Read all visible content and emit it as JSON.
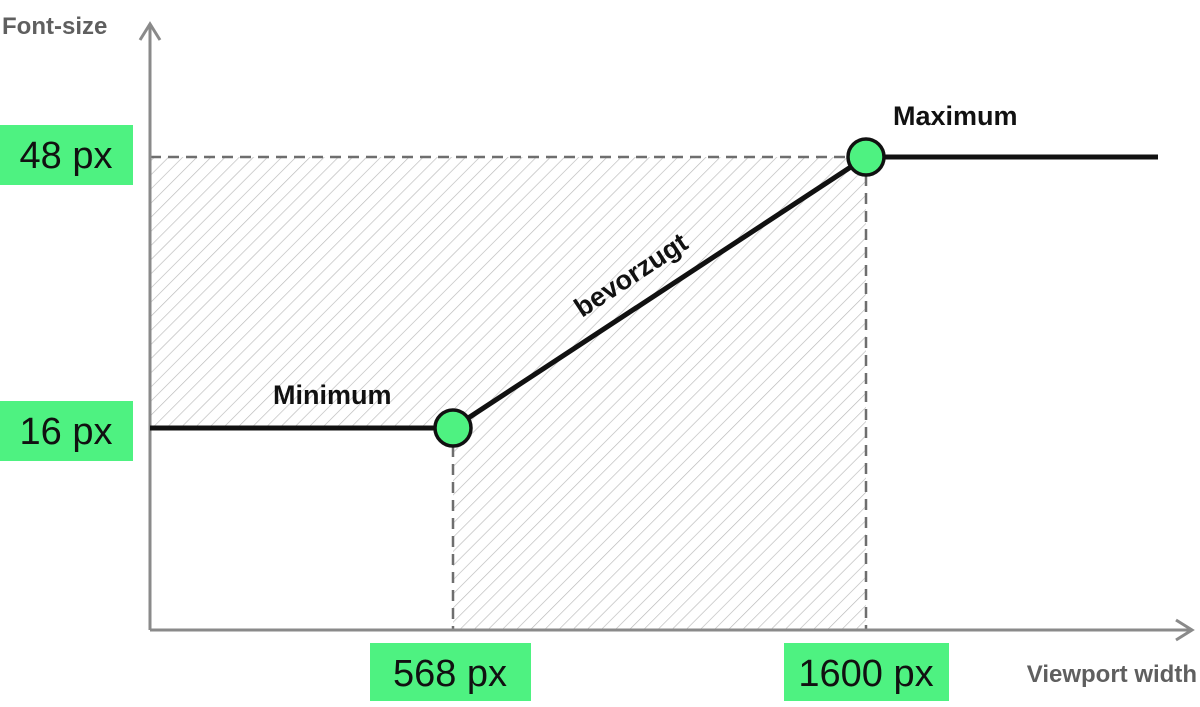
{
  "diagram": {
    "y_axis_label": "Font-size",
    "x_axis_label": "Viewport width",
    "y_ticks": {
      "max": "48 px",
      "min": "16 px"
    },
    "x_ticks": {
      "min": "568 px",
      "max": "1600 px"
    },
    "labels": {
      "minimum": "Minimum",
      "maximum": "Maximum",
      "preferred": "bevorzugt"
    },
    "colors": {
      "accent": "#4ef281",
      "line": "#111111",
      "axis": "#8a8a8a",
      "guide": "#6e6e6e",
      "hatch": "#b9b9b9",
      "axis_title": "#5f5f5f"
    }
  }
}
